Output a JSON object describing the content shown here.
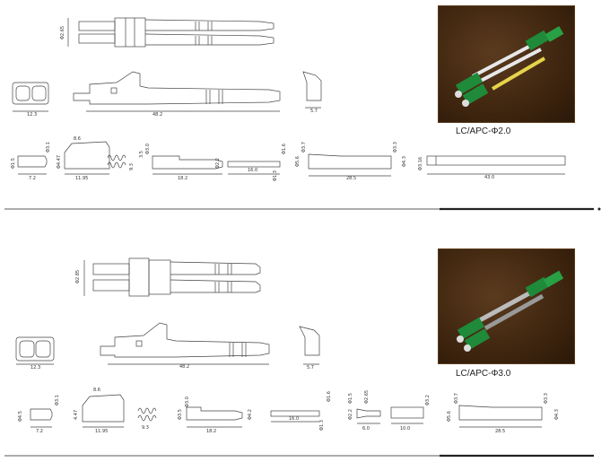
{
  "sections": [
    {
      "caption": "LC/APC-Φ2.0",
      "dims": {
        "plug_top_dia": "Φ2.65",
        "adapter_width": "12.3",
        "plug_length": "48.2",
        "clip_width": "5.7",
        "ferrule_dia": "Φ3.1",
        "ferrule_len": "7.2",
        "ferrule_small": "Φ1.5",
        "housing_h": "Φ4.47",
        "housing_top": "8.6",
        "housing_len": "11.95",
        "spring_len": "9.3",
        "body_dia_a": "3.5",
        "body_dia_b": "Φ3.0",
        "body_len": "18.2",
        "body_dia_c": "Φ2.2",
        "tube_len": "16.0",
        "tube_dia": "Φ1.6",
        "tube_dia2": "Φ1.3",
        "boot_dia": "Φ3.7",
        "boot_dia2": "Φ5.6",
        "boot_len": "28.5",
        "boot_tail": "Φ3.3",
        "boot_tail2": "Φ4.3",
        "cable_dia": "Φ3.16",
        "cable_len": "43.0"
      }
    },
    {
      "caption": "LC/APC-Φ3.0",
      "dims": {
        "plug_top_dia": "Φ2.85",
        "adapter_width": "12.3",
        "plug_length": "48.2",
        "clip_width": "5.7",
        "ferrule_dia": "Φ3.1",
        "ferrule_len": "7.2",
        "ferrule_small": "Φ4.5",
        "housing_h": "4.47",
        "housing_top": "8.6",
        "housing_len": "11.95",
        "spring_len": "9.3",
        "body_dia_a": "Φ3.5",
        "body_dia_b": "Φ3.0",
        "body_len": "18.2",
        "body_dia_c": "Φ4.2",
        "tube_len": "16.0",
        "tube_dia": "Φ1.6",
        "tube_dia2": "Φ1.3",
        "crimp_a": "Φ1.5",
        "crimp_b": "Φ2.65",
        "crimp_c": "Φ2.2",
        "crimp_len": "6.0",
        "sleeve_dia": "Φ3.2",
        "sleeve_len": "10.0",
        "boot_dia": "Φ3.7",
        "boot_dia2": "Φ5.6",
        "boot_len": "28.5",
        "boot_tail": "Φ3.3",
        "boot_tail2": "Φ4.3"
      }
    }
  ],
  "colors": {
    "line": "#444444",
    "divider": "#222222",
    "connector_green": "#1f8a3a"
  }
}
